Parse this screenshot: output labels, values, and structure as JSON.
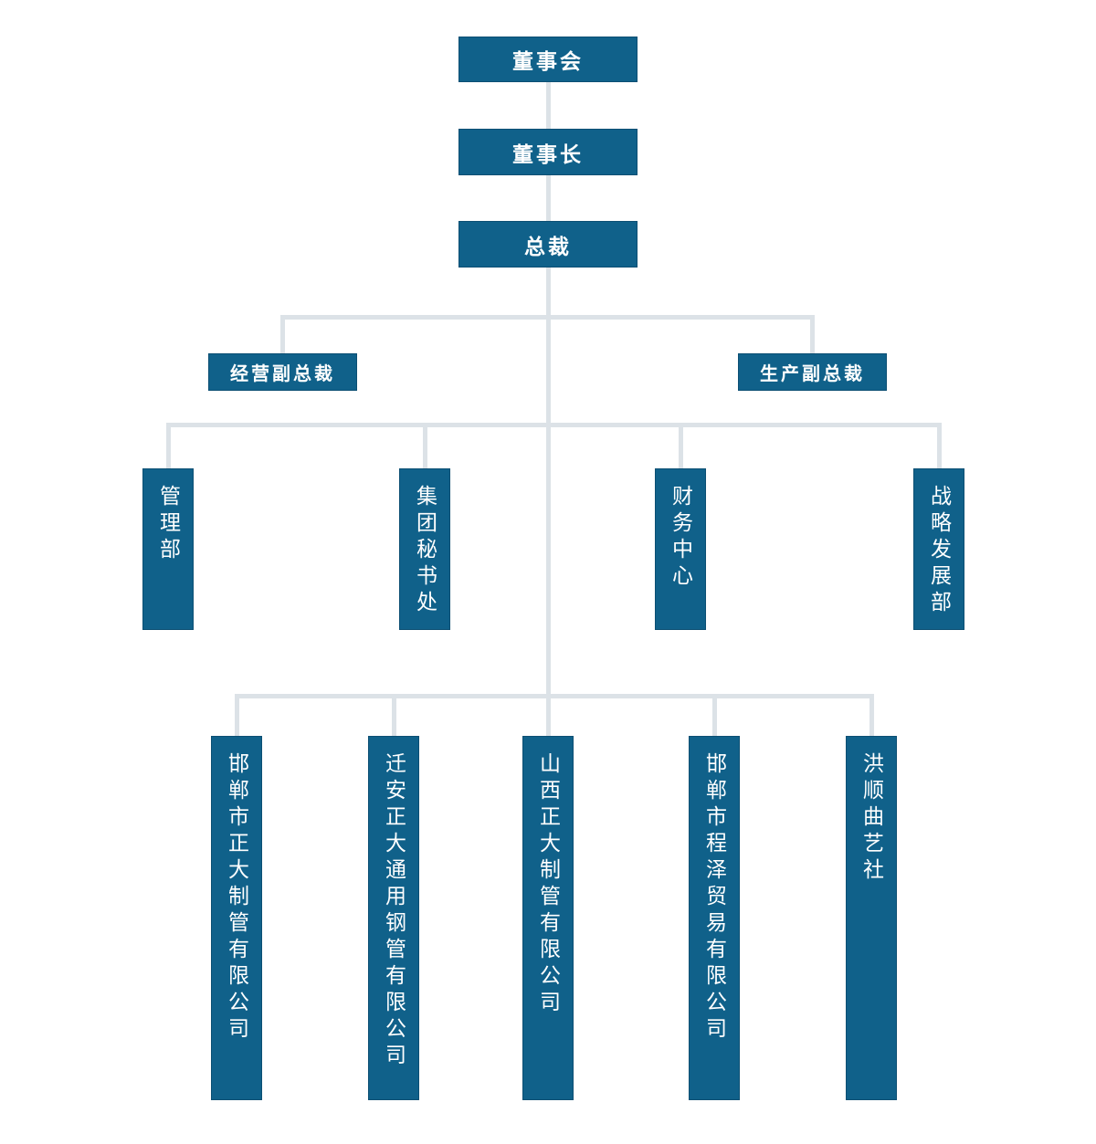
{
  "colors": {
    "page_bg": "#ffffff",
    "node_fill": "#10618a",
    "node_border": "#0c4f73",
    "node_text": "#ffffff",
    "connector": "#dce2e7"
  },
  "org_chart": {
    "type": "org-chart",
    "root": {
      "label": "董事会"
    },
    "chairman": {
      "label": "董事长"
    },
    "president": {
      "label": "总裁"
    },
    "vice_presidents": [
      {
        "label": "经营副总裁"
      },
      {
        "label": "生产副总裁"
      }
    ],
    "departments": [
      {
        "label": "管理部"
      },
      {
        "label": "集团秘书处"
      },
      {
        "label": "财务中心"
      },
      {
        "label": "战略发展部"
      }
    ],
    "subsidiaries": [
      {
        "label": "邯郸市正大制管有限公司"
      },
      {
        "label": "迁安正大通用钢管有限公司"
      },
      {
        "label": "山西正大制管有限公司"
      },
      {
        "label": "邯郸市程泽贸易有限公司"
      },
      {
        "label": "洪顺曲艺社"
      }
    ]
  }
}
